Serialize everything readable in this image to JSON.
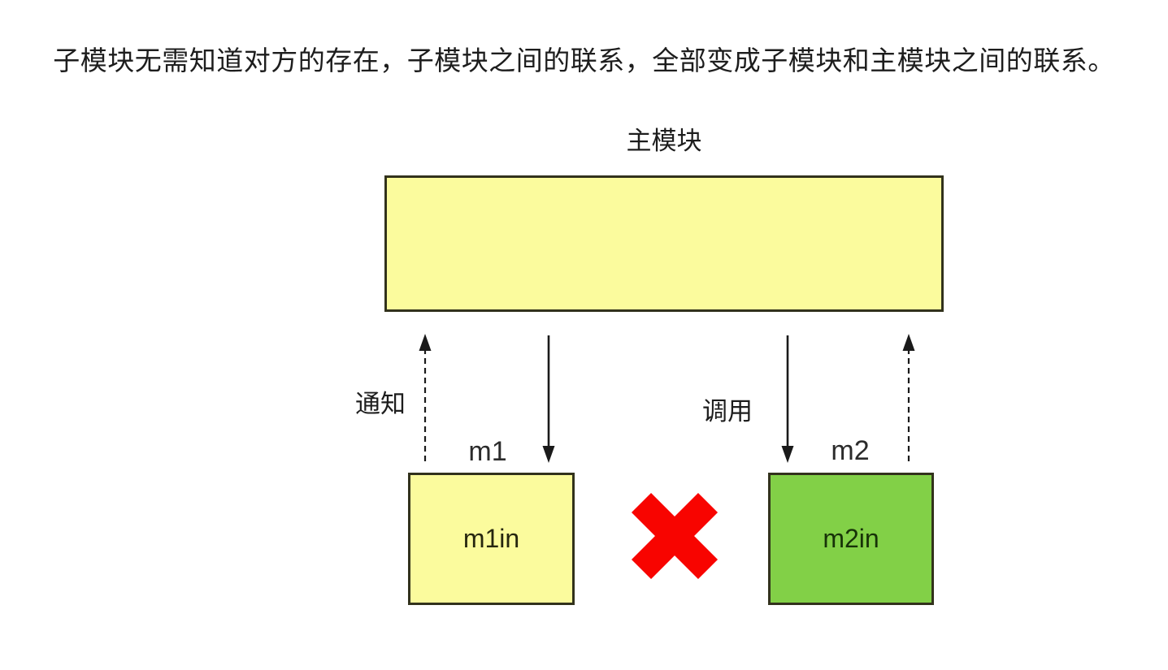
{
  "page": {
    "heading": "子模块无需知道对方的存在，子模块之间的联系，全部变成子模块和主模块之间的联系。"
  },
  "diagram": {
    "main_module": {
      "label": "主模块"
    },
    "left": {
      "notify_label": "通知",
      "module_name": "m1",
      "inner_label": "m1in"
    },
    "right": {
      "call_label": "调用",
      "module_name": "m2",
      "inner_label": "m2in"
    },
    "colors": {
      "main_fill": "#fbfb9d",
      "sub_left_fill": "#fbfb9d",
      "sub_right_fill": "#82d047",
      "cross": "#f80400",
      "border": "#32321c",
      "line": "#1a1a1a",
      "text": "#1d1d1d"
    }
  }
}
